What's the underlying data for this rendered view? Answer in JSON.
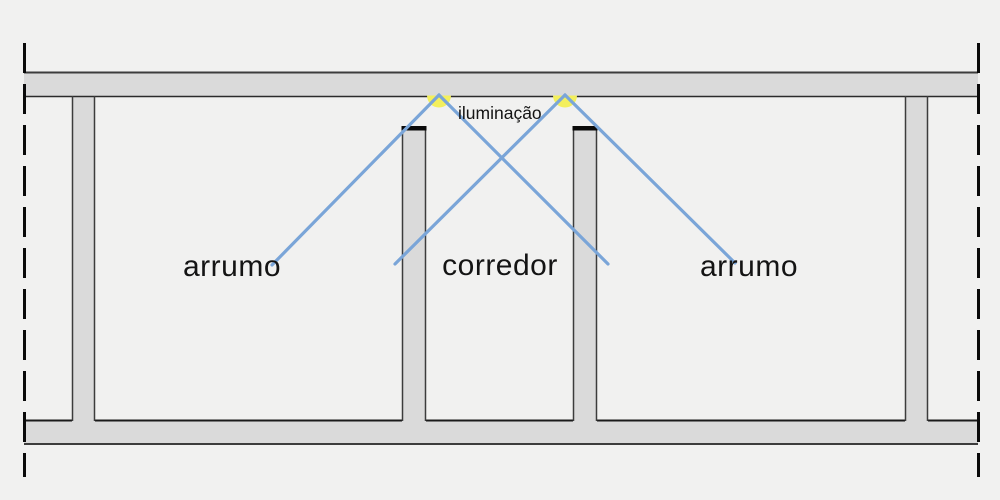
{
  "diagram": {
    "type": "architectural-floor-plan",
    "rooms": [
      {
        "id": "arrumo-left",
        "label": "arrumo"
      },
      {
        "id": "corredor",
        "label": "corredor"
      },
      {
        "id": "arrumo-right",
        "label": "arrumo"
      }
    ],
    "annotation": {
      "label": "iluminação"
    },
    "light_fixtures": {
      "count": 2,
      "icon": "light-fixture-dot-icon"
    },
    "colors": {
      "background": "#f1f1f0",
      "wall_fill": "#dadada",
      "wall_edge": "#3c3c3c",
      "room_outline": "#1a1a1a",
      "boundary_dash": "#0a0a0a",
      "leader_line": "#7aa5d8",
      "light_marker": "#f3ef5d"
    }
  }
}
